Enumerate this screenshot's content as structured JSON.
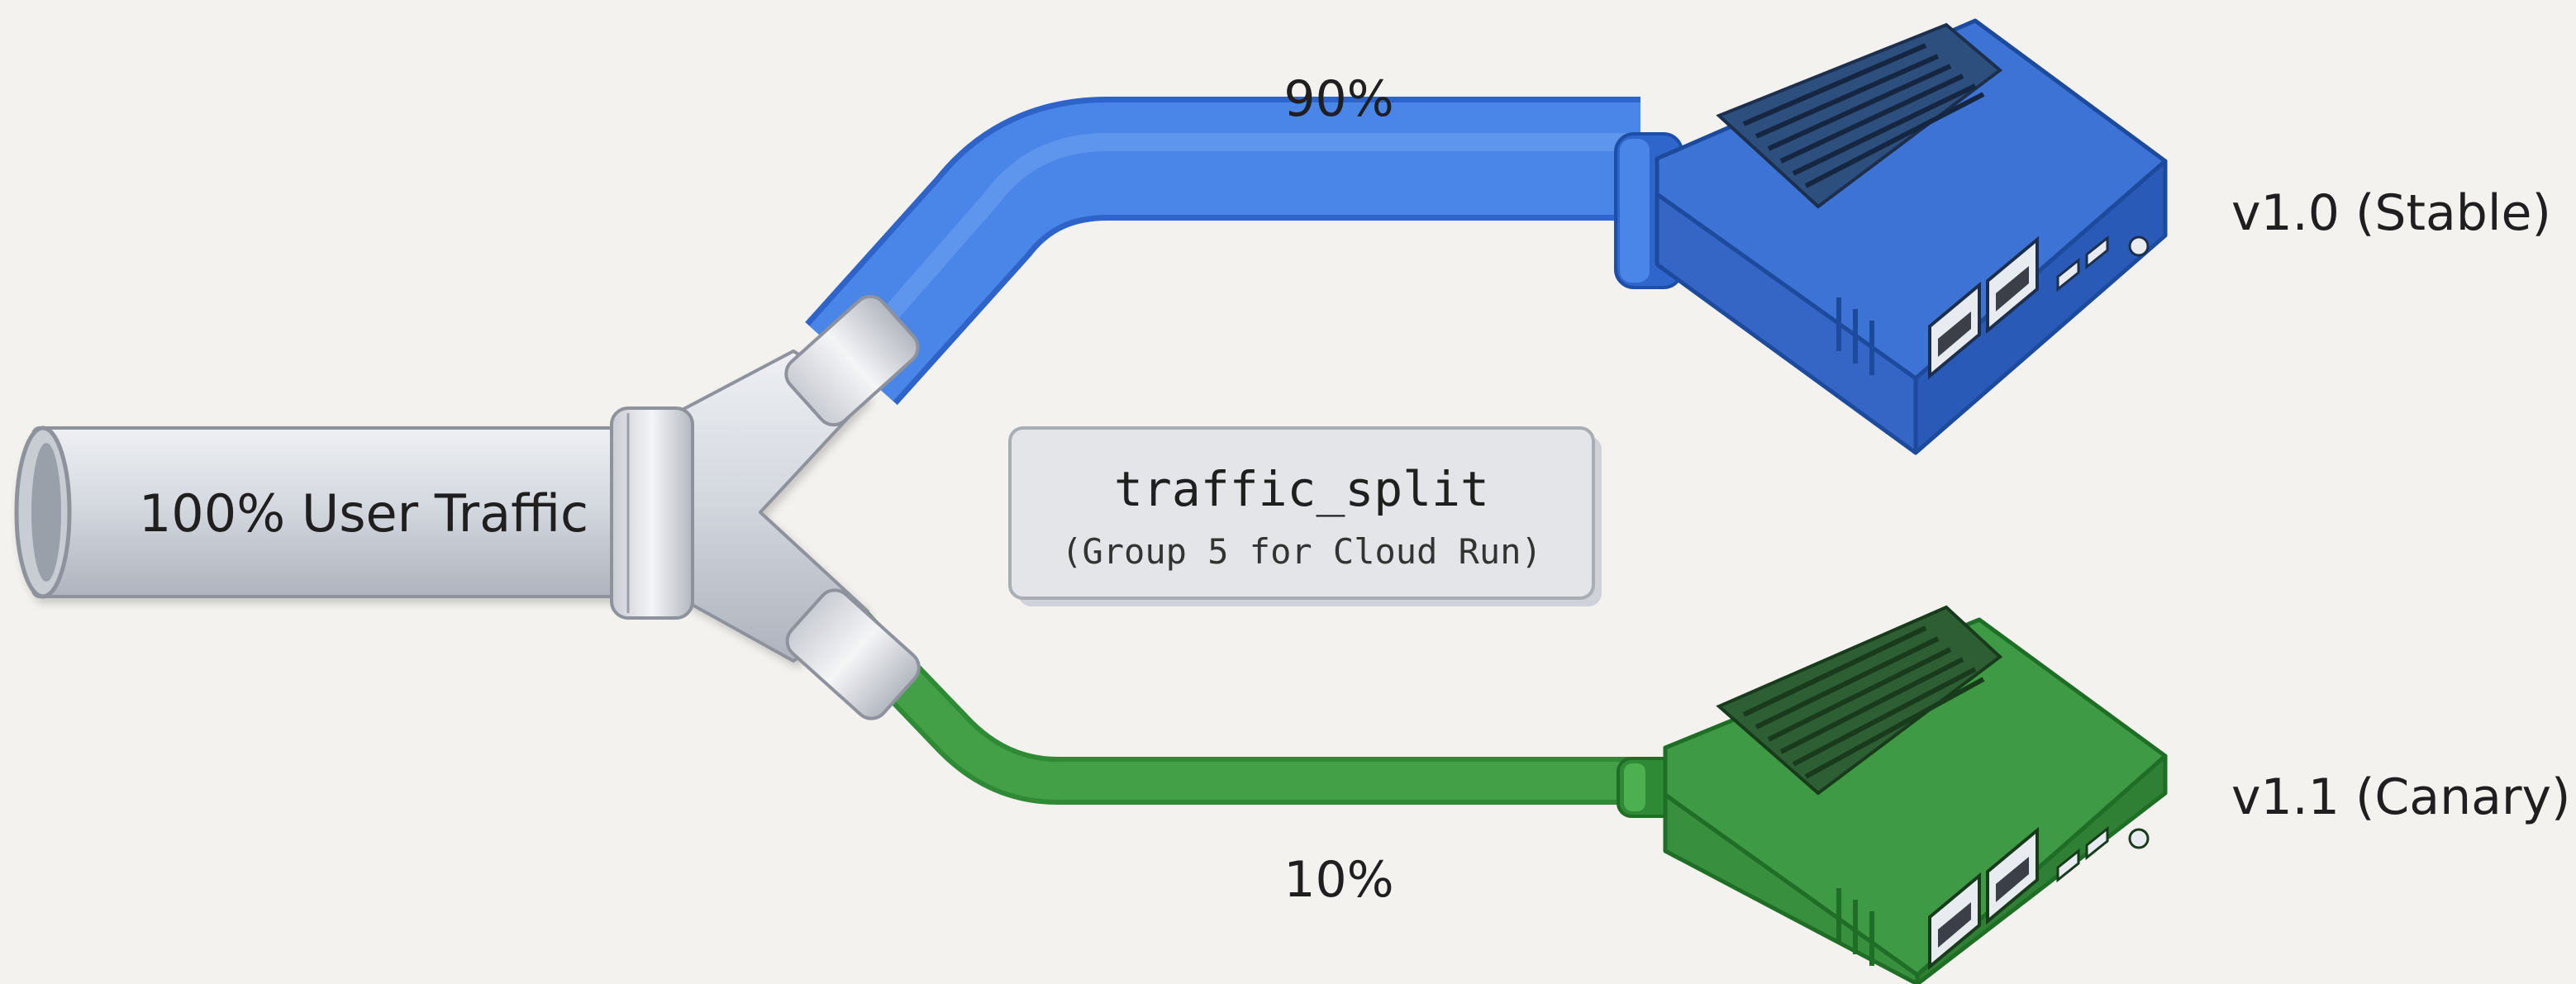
{
  "source": {
    "label": "100% User Traffic"
  },
  "split_box": {
    "title": "traffic_split",
    "subtitle": "(Group 5 for Cloud Run)"
  },
  "branches": [
    {
      "id": "stable",
      "percent": "90%",
      "name": "v1.0 (Stable)",
      "color": "#4a86e8"
    },
    {
      "id": "canary",
      "percent": "10%",
      "name": "v1.1 (Canary)",
      "color": "#43a047"
    }
  ],
  "icons": {
    "source_pipe": "pipe-icon",
    "splitter": "y-splitter-icon",
    "stable_device": "server-device-icon",
    "canary_device": "server-device-icon"
  }
}
